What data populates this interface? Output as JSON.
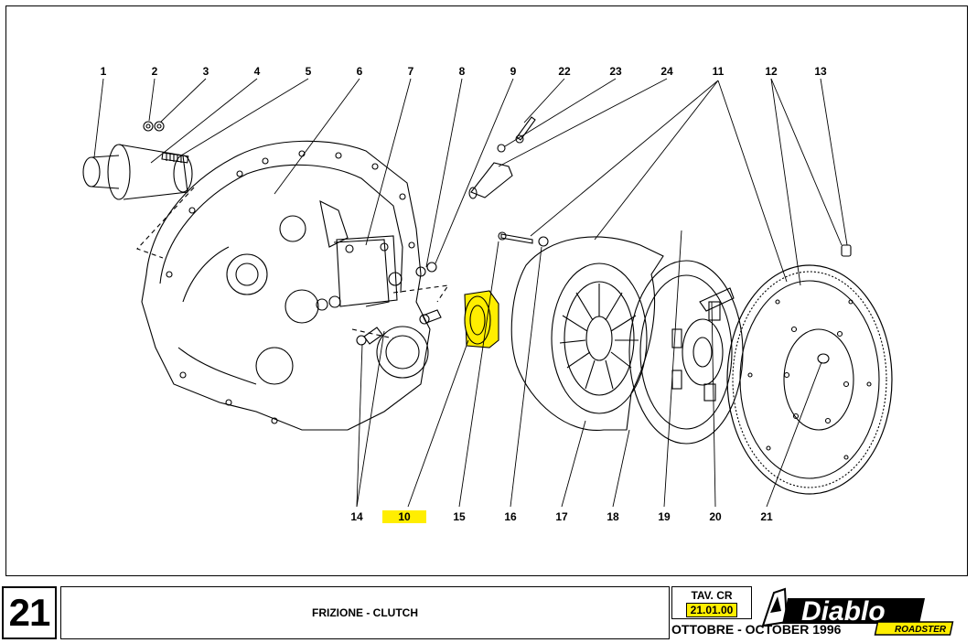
{
  "diagram": {
    "callouts_top": [
      "1",
      "2",
      "3",
      "4",
      "5",
      "6",
      "7",
      "8",
      "9",
      "22",
      "23",
      "24",
      "11",
      "12",
      "13"
    ],
    "callouts_bottom": [
      "14",
      "10",
      "15",
      "16",
      "17",
      "18",
      "19",
      "20",
      "21"
    ],
    "highlighted_callout": "10",
    "highlight_color": "#ffee00",
    "line_color": "#000000"
  },
  "footer": {
    "page_number": "21",
    "title": "FRIZIONE - CLUTCH",
    "tav_label": "TAV. CR",
    "tav_code": "21.01.00",
    "date": "OTTOBRE - OCTOBER 1996",
    "logo_text": "Diablo",
    "logo_subtext": "ROADSTER"
  }
}
